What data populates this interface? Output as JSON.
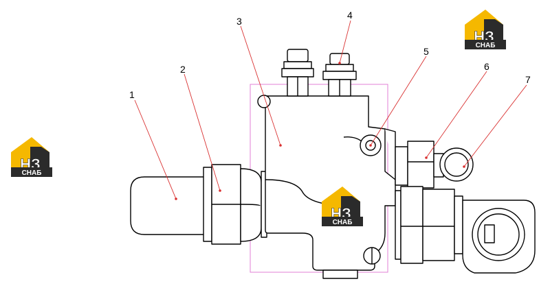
{
  "diagram": {
    "callouts": [
      {
        "id": "1",
        "label": "1"
      },
      {
        "id": "2",
        "label": "2"
      },
      {
        "id": "3",
        "label": "3"
      },
      {
        "id": "4",
        "label": "4"
      },
      {
        "id": "5",
        "label": "5"
      },
      {
        "id": "6",
        "label": "6"
      },
      {
        "id": "7",
        "label": "7"
      }
    ],
    "colors": {
      "outline": "#000000",
      "leader": "#d93030",
      "bbox": "#e07fd6",
      "logo_yellow": "#f5b800",
      "logo_dark": "#2b2b2b"
    }
  },
  "watermark": {
    "letters": "НЗ",
    "caption": "СНАБ"
  }
}
